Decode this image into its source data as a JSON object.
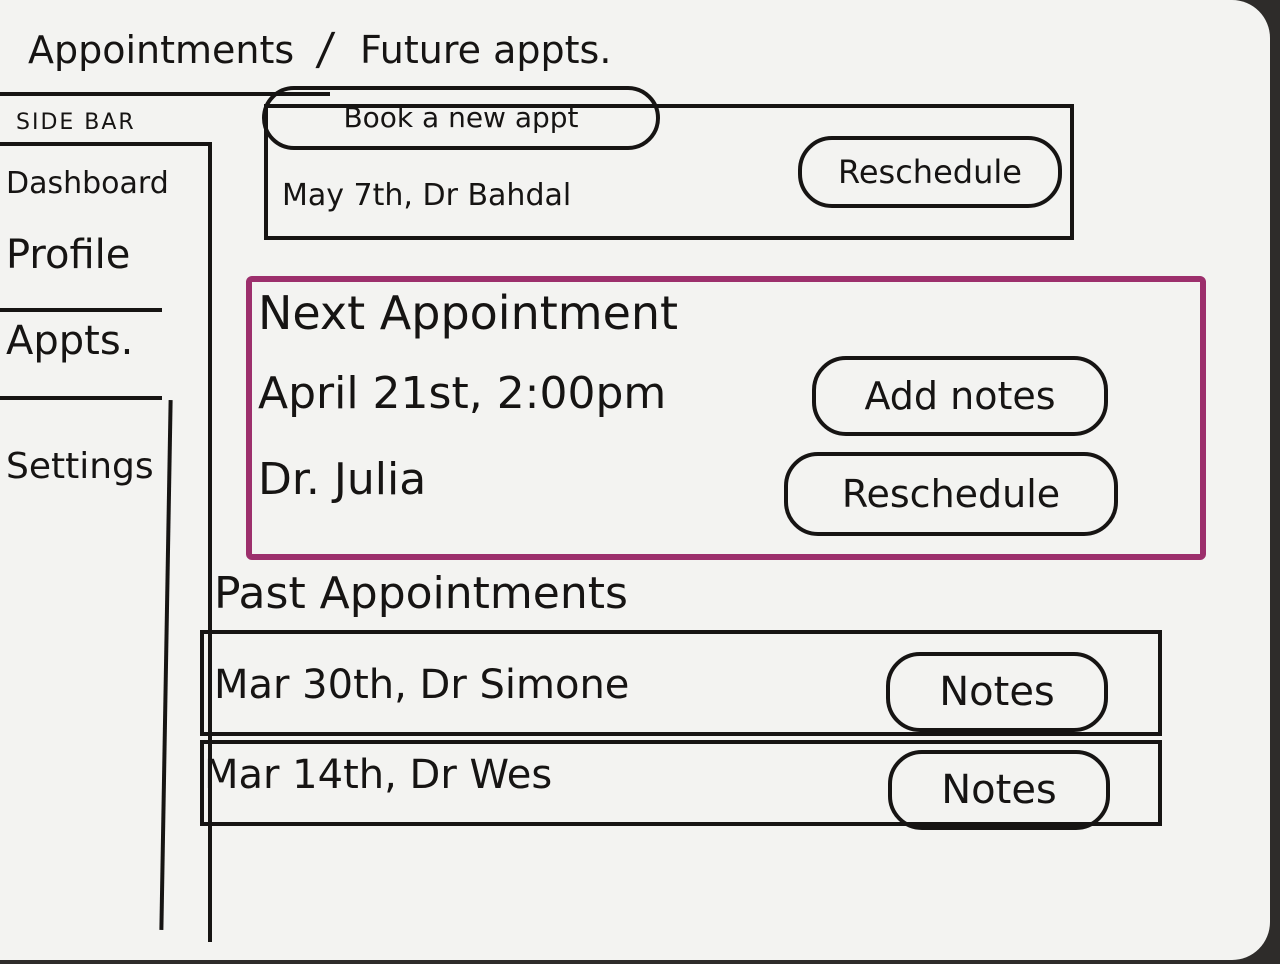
{
  "breadcrumb": {
    "section": "Appointments",
    "separator": "/",
    "page": "Future appts."
  },
  "sidebar": {
    "tag": "SIDE BAR",
    "items": [
      {
        "label": "Dashboard"
      },
      {
        "label": "Profile"
      },
      {
        "label": "Appts."
      },
      {
        "label": "Settings"
      }
    ],
    "active_index": 2
  },
  "actions": {
    "book_new_label": "Book a new appt"
  },
  "future_appointments": [
    {
      "label": "May 7th, Dr Bahdal",
      "action_label": "Reschedule"
    }
  ],
  "next_appointment": {
    "title": "Next Appointment",
    "when": "April 21st, 2:00pm",
    "doctor": "Dr. Julia",
    "add_notes_label": "Add notes",
    "reschedule_label": "Reschedule"
  },
  "past_appointments": {
    "title": "Past Appointments",
    "items": [
      {
        "label": "Mar 30th, Dr Simone",
        "action_label": "Notes"
      },
      {
        "label": "Mar 14th, Dr Wes",
        "action_label": "Notes"
      }
    ]
  },
  "colors": {
    "ink": "#161413",
    "highlight": "#9c2f6c",
    "board": "#f3f3f1"
  }
}
